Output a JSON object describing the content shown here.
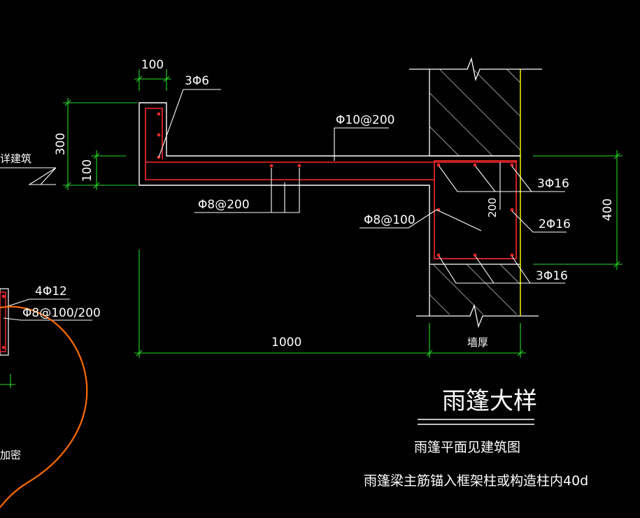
{
  "colors": {
    "background": "#000000",
    "outline": "#ffffff",
    "rebar": "#ff2a2a",
    "dimension": "#22dd22",
    "wall_edge": "#e6e600",
    "sketch": "#ff6a00",
    "text": "#ffffff"
  },
  "dimensions": {
    "width_100": "100",
    "height_300": "300",
    "height_100": "100",
    "span_1000": "1000",
    "wall_thickness": "墙厚",
    "beam_400": "400",
    "beam_200": "200"
  },
  "rebar_labels": {
    "edge_bars": "3Φ6",
    "slab_top": "Φ10@200",
    "slab_dist": "Φ8@200",
    "stirrup": "Φ8@100",
    "beam_top": "3Φ16",
    "beam_mid": "2Φ16",
    "beam_bottom": "3Φ16"
  },
  "left_detail": {
    "bars": "4Φ12",
    "stirrups": "Φ8@100/200",
    "partial_text_1": "详建筑",
    "partial_text_2": "加密"
  },
  "caption": {
    "title": "雨篷大样",
    "note_1": "雨篷平面见建筑图",
    "note_2": "雨篷梁主筋锚入框架柱或构造柱内40d"
  }
}
